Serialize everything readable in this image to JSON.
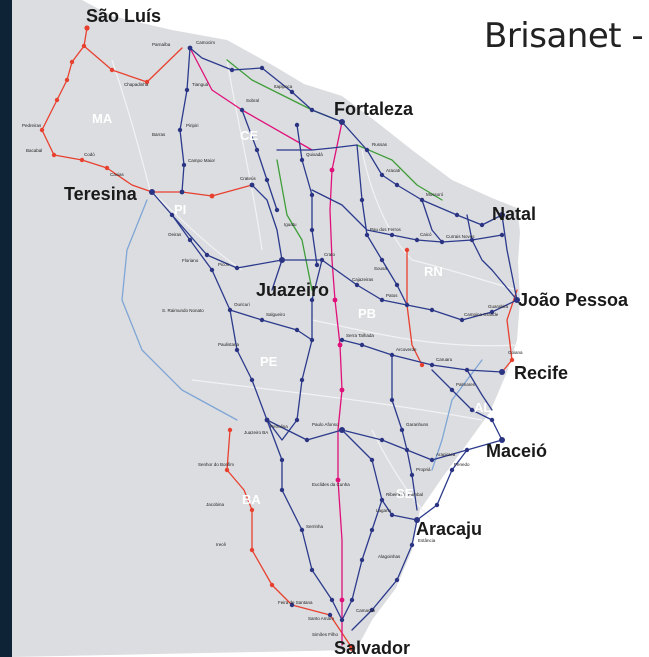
{
  "brand": {
    "title": "Brisanet -"
  },
  "colors": {
    "land": "#dcdde0",
    "backbone": "#2b3a8c",
    "red": "#e8402f",
    "pink": "#e0107a",
    "green": "#3f9e3a",
    "blue": "#7fa6d6",
    "node": "#2b3383",
    "node_pink": "#e0107a",
    "node_red": "#e8402f"
  },
  "cities": {
    "sao_luis": "São Luís",
    "fortaleza": "Fortaleza",
    "teresina": "Teresina",
    "natal": "Natal",
    "joao_pessoa": "João Pessoa",
    "juazeiro": "Juazeiro",
    "recife": "Recife",
    "maceio": "Maceió",
    "aracaju": "Aracaju",
    "salvador": "Salvador"
  },
  "states": {
    "ma": "MA",
    "ce": "CE",
    "pi": "PI",
    "rn": "RN",
    "pb": "PB",
    "pe": "PE",
    "al": "AL",
    "se": "SE",
    "ba": "BA"
  },
  "small_labels": {
    "camocim": "Camocim",
    "sobral": "Sobral",
    "crateus": "Crateús",
    "iguatu": "Iguatu",
    "mossoro": "Mossoró",
    "caico": "Caicó",
    "patos": "Patos",
    "campina_grande": "Campina Grande",
    "caruaru": "Caruaru",
    "garanhuns": "Garanhuns",
    "petrolina": "Petrolina",
    "paulo_afonso": "Paulo Afonso",
    "picos": "Picos",
    "floriano": "Floriano",
    "caxias": "Caxias",
    "bacabal": "Bacabal",
    "feira_de_santana": "Feira de Santana",
    "alagoinhas": "Alagoinhas",
    "senhor_do_bonfim": "Senhor do Bonfim",
    "jacobina": "Jacobina",
    "serrinha": "Serrinha",
    "irece": "Irecê",
    "estancia": "Estância",
    "lagarto": "Lagarto",
    "arapiraca": "Arapiraca",
    "quixada": "Quixadá",
    "russas": "Russas",
    "crato": "Crato",
    "salgueiro": "Salgueiro",
    "serra_talhada": "Serra Talhada",
    "arcoverde": "Arcoverde",
    "ouricuri": "Ouricuri",
    "campo_maior": "Campo Maior",
    "parnaiba": "Parnaíba",
    "tiangua": "Tianguá",
    "itapipoca": "Itapipoca",
    "aracati": "Aracati",
    "pau_dos_ferros": "Pau dos Ferros",
    "currais_novos": "Currais Novos",
    "sousa": "Sousa",
    "cajazeiras": "Cajazeiras",
    "guarabira": "Guarabira",
    "goiana": "Goiana",
    "palmares": "Palmares",
    "penedo": "Penedo",
    "propria": "Propriá",
    "juazeiro_ba": "Juazeiro BA",
    "euclides_da_cunha": "Euclides da Cunha",
    "ribeira_do_pombal": "Ribeira do Pombal",
    "santo_amaro": "Santo Amaro",
    "camacari": "Camaçari",
    "simoes_filho": "Simões Filho",
    "codo": "Codó",
    "pedreiras": "Pedreiras",
    "chapadinha": "Chapadinha",
    "barras": "Barras",
    "piripiri": "Piripiri",
    "oeiras": "Oeiras",
    "sao_raimundo_nonato": "S. Raimundo Nonato",
    "paulistana": "Paulistana"
  }
}
